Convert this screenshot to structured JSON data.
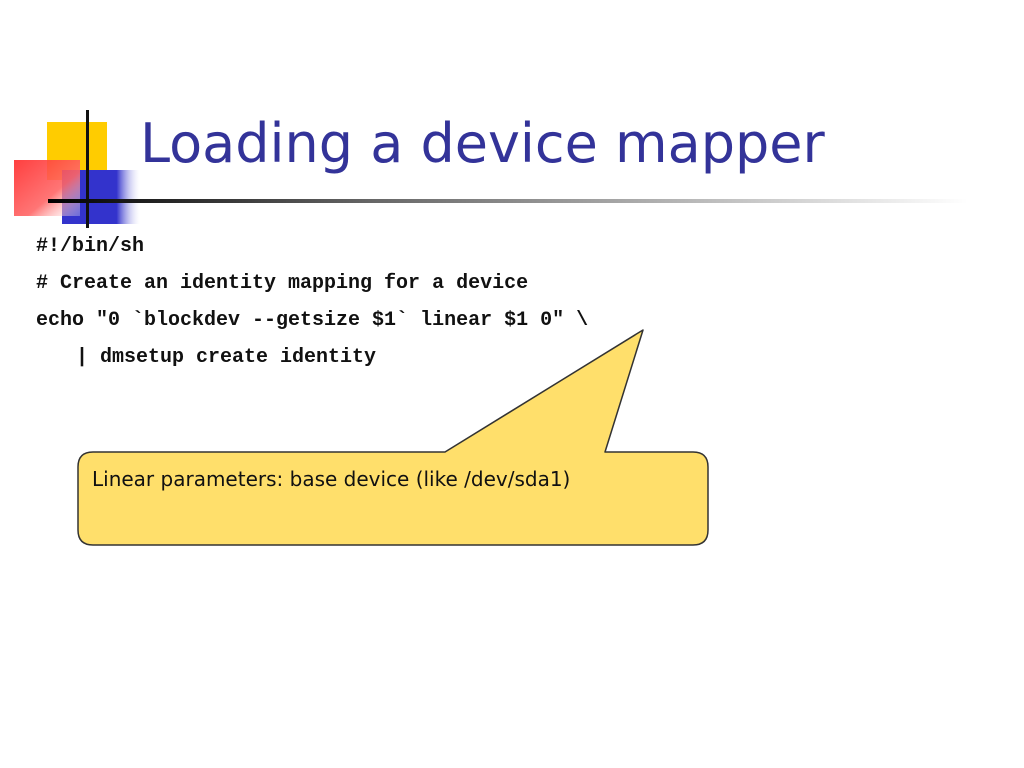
{
  "slide": {
    "title": "Loading a device mapper",
    "code_lines": [
      "#!/bin/sh",
      "# Create an identity mapping for a device",
      "echo \"0 `blockdev --getsize $1` linear $1 0\" \\",
      "| dmsetup create identity"
    ],
    "callout": {
      "text": "Linear parameters: base device (like /dev/sda1)"
    }
  },
  "colors": {
    "title": "#333399",
    "callout_fill": "#ffdf6b",
    "callout_border": "#333333",
    "decor_yellow": "#ffcc00",
    "decor_blue": "#3333cc",
    "decor_red": "#ff3333"
  }
}
